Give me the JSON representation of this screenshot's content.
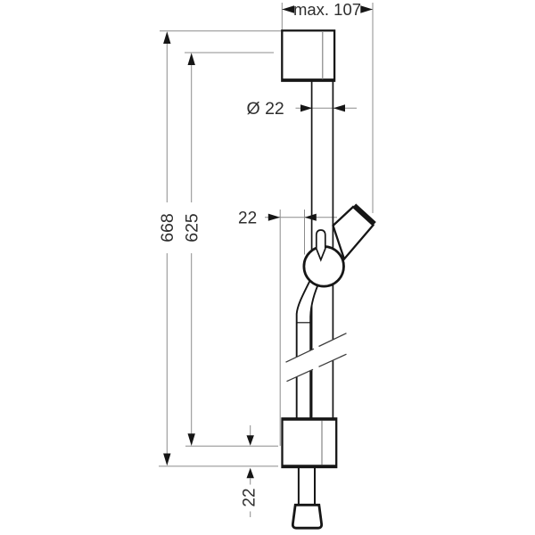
{
  "drawing": {
    "labels": {
      "max_width": "max. 107",
      "diameter": "Ø 22",
      "hose_offset": "22",
      "total_length": "668",
      "hole_spacing": "625",
      "end_offset": "22"
    },
    "colors": {
      "background": "#ffffff",
      "outline": "#161616",
      "dimension_lines": "#8c8c8c",
      "text": "#2e2e2e"
    }
  }
}
